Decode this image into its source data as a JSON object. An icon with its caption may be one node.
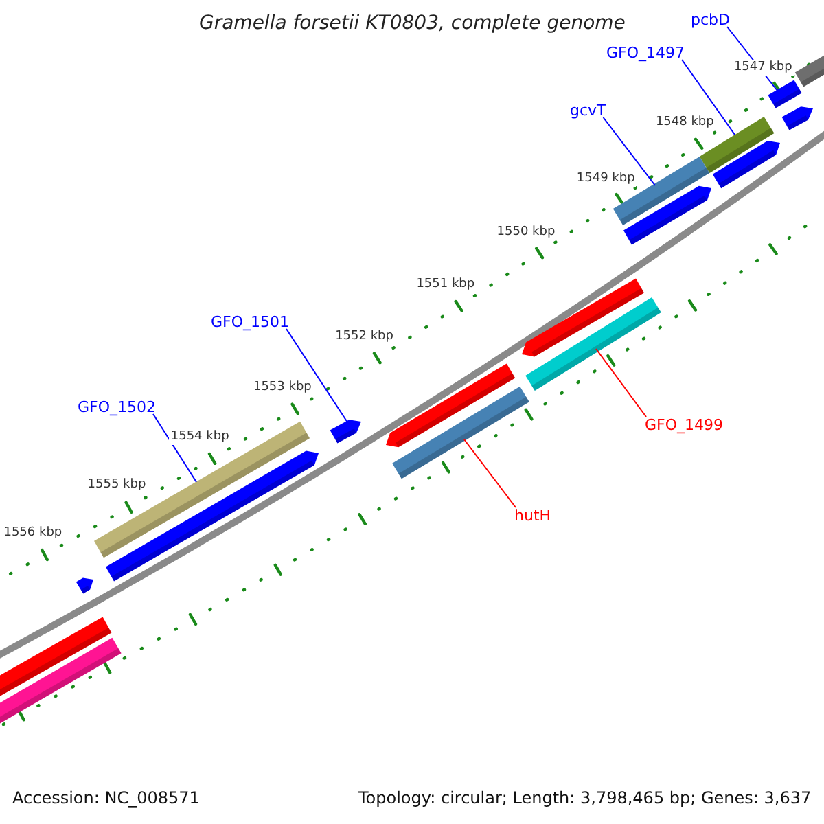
{
  "diagram": {
    "title": "Gramella forsetii KT0803, complete genome",
    "nodes": [
      {
        "text": [
          "pcbD"
        ]
      },
      {
        "text": [
          "GFO_1497"
        ]
      },
      {
        "text": [
          "gcvT"
        ]
      },
      {
        "text": [
          "GFO_1501"
        ]
      },
      {
        "text": [
          "GFO_1502"
        ]
      },
      {
        "text": [
          "GFO_1499"
        ]
      },
      {
        "text": [
          "hutH"
        ]
      },
      {
        "text": [],
        "shape": "bar"
      },
      {
        "text": [],
        "shape": "bar"
      },
      {
        "text": [],
        "shape": "arrow"
      },
      {
        "text": [],
        "shape": "bar"
      },
      {
        "text": [],
        "shape": "arrow"
      },
      {
        "text": [],
        "shape": "bar"
      },
      {
        "text": [],
        "shape": "arrow"
      },
      {
        "text": [],
        "shape": "arrow"
      },
      {
        "text": [],
        "shape": "bar"
      },
      {
        "text": [],
        "shape": "arrow"
      },
      {
        "text": [],
        "shape": "bar"
      },
      {
        "text": [],
        "shape": "arrow"
      },
      {
        "text": [],
        "shape": "bar"
      },
      {
        "text": [],
        "shape": "arrow"
      },
      {
        "text": [],
        "shape": "arrow"
      },
      {
        "text": [],
        "shape": "bar"
      },
      {
        "text": [],
        "shape": "bar"
      }
    ],
    "edges": [
      {
        "from": 0,
        "to": 8,
        "arrow": "none"
      },
      {
        "from": 1,
        "to": 10,
        "arrow": "none"
      },
      {
        "from": 2,
        "to": 12,
        "arrow": "none"
      },
      {
        "from": 3,
        "to": 16,
        "arrow": "none"
      },
      {
        "from": 4,
        "to": 17,
        "arrow": "none"
      },
      {
        "from": 5,
        "to": 15,
        "arrow": "none",
        "color": "#ff0000"
      },
      {
        "from": 6,
        "to": 19,
        "arrow": "none",
        "color": "#ff0000"
      }
    ],
    "labels": [
      "1547 kbp",
      "1548 kbp",
      "1549 kbp",
      "1550 kbp",
      "1551 kbp",
      "1552 kbp",
      "1553 kbp",
      "1554 kbp",
      "1555 kbp",
      "1556 kbp",
      "Accession: NC_008571",
      "Topology: circular; Length: 3,798,465 bp; Genes: 3,637"
    ]
  }
}
